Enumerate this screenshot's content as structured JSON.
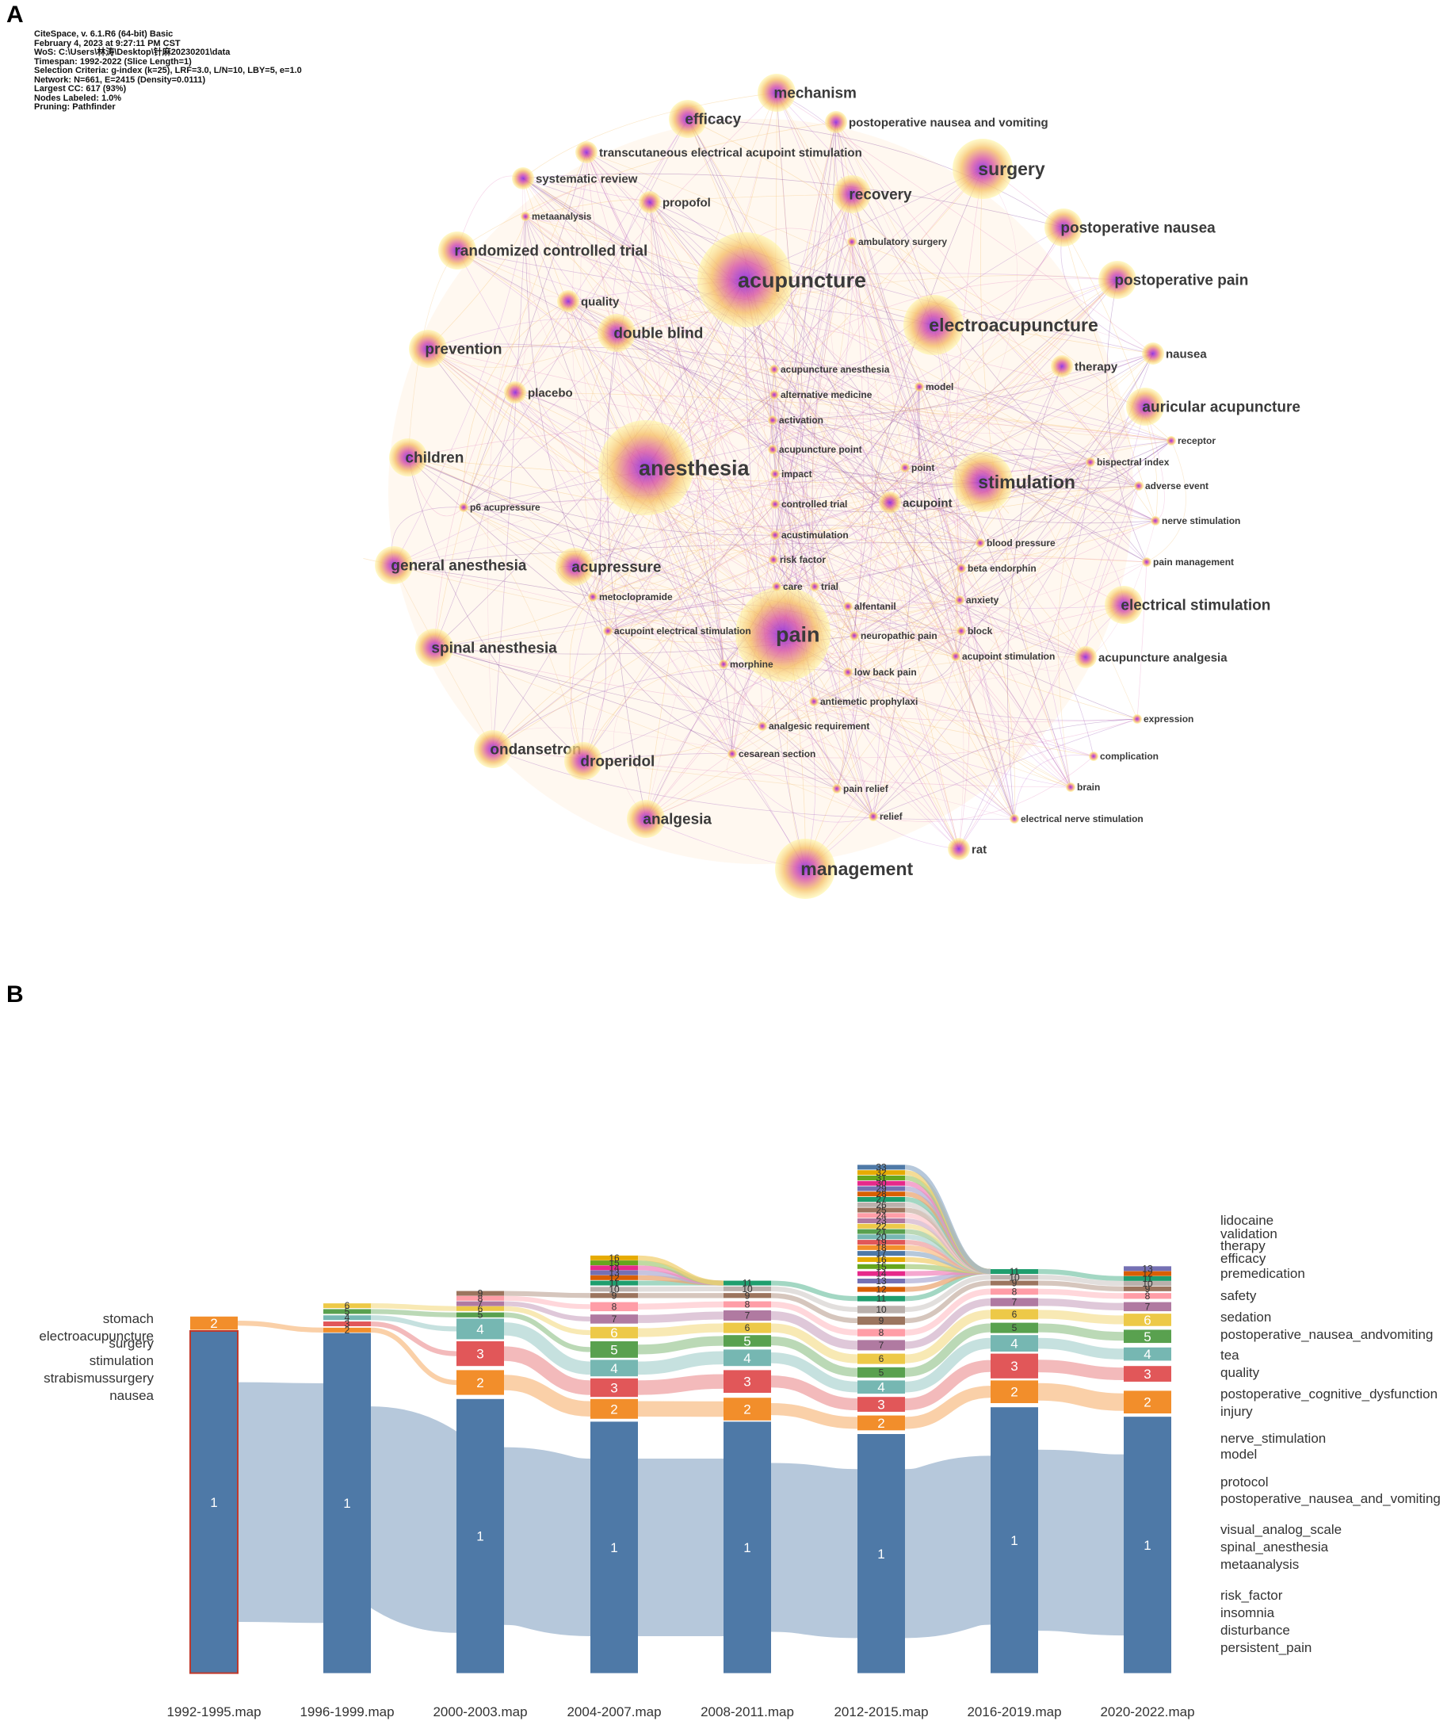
{
  "panel_a": {
    "letter": "A",
    "meta": [
      "CiteSpace, v. 6.1.R6 (64-bit) Basic",
      "February 4, 2023 at 9:27:11 PM CST",
      "WoS: C:\\Users\\林涛\\Desktop\\针麻20230201\\data",
      "Timespan: 1992-2022 (Slice Length=1)",
      "Selection Criteria: g-index (k=25), LRF=3.0, L/N=10, LBY=5, e=1.0",
      "Network: N=661, E=2415 (Density=0.0111)",
      "Largest CC: 617 (93%)",
      "Nodes Labeled: 1.0%",
      "Pruning: Pathfinder"
    ],
    "keywords": [
      {
        "label": "acupuncture",
        "size": "xl"
      },
      {
        "label": "anesthesia",
        "size": "xl"
      },
      {
        "label": "pain",
        "size": "xl"
      },
      {
        "label": "stimulation",
        "size": "l"
      },
      {
        "label": "surgery",
        "size": "l"
      },
      {
        "label": "electroacupuncture",
        "size": "l"
      },
      {
        "label": "mechanism",
        "size": "m"
      },
      {
        "label": "efficacy",
        "size": "m"
      },
      {
        "label": "postoperative nausea and vomiting",
        "size": "s"
      },
      {
        "label": "transcutaneous electrical acupoint stimulation",
        "size": "s"
      },
      {
        "label": "systematic review",
        "size": "s"
      },
      {
        "label": "recovery",
        "size": "m"
      },
      {
        "label": "propofol",
        "size": "s"
      },
      {
        "label": "metaanalysis",
        "size": "xs"
      },
      {
        "label": "ambulatory surgery",
        "size": "xs"
      },
      {
        "label": "postoperative nausea",
        "size": "m"
      },
      {
        "label": "randomized controlled trial",
        "size": "m"
      },
      {
        "label": "postoperative pain",
        "size": "m"
      },
      {
        "label": "quality",
        "size": "s"
      },
      {
        "label": "double blind",
        "size": "m"
      },
      {
        "label": "prevention",
        "size": "m"
      },
      {
        "label": "therapy",
        "size": "s"
      },
      {
        "label": "nausea",
        "size": "s"
      },
      {
        "label": "acupuncture anesthesia",
        "size": "xs"
      },
      {
        "label": "model",
        "size": "xs"
      },
      {
        "label": "placebo",
        "size": "s"
      },
      {
        "label": "alternative medicine",
        "size": "xs"
      },
      {
        "label": "auricular acupuncture",
        "size": "m"
      },
      {
        "label": "activation",
        "size": "xs"
      },
      {
        "label": "receptor",
        "size": "xs"
      },
      {
        "label": "children",
        "size": "m"
      },
      {
        "label": "acupuncture point",
        "size": "xs"
      },
      {
        "label": "bispectral index",
        "size": "xs"
      },
      {
        "label": "point",
        "size": "xs"
      },
      {
        "label": "impact",
        "size": "xs"
      },
      {
        "label": "adverse event",
        "size": "xs"
      },
      {
        "label": "p6 acupressure",
        "size": "xs"
      },
      {
        "label": "controlled trial",
        "size": "xs"
      },
      {
        "label": "acupoint",
        "size": "s"
      },
      {
        "label": "nerve stimulation",
        "size": "xs"
      },
      {
        "label": "acustimulation",
        "size": "xs"
      },
      {
        "label": "blood pressure",
        "size": "xs"
      },
      {
        "label": "general anesthesia",
        "size": "m"
      },
      {
        "label": "risk factor",
        "size": "xs"
      },
      {
        "label": "pain management",
        "size": "xs"
      },
      {
        "label": "acupressure",
        "size": "m"
      },
      {
        "label": "beta endorphin",
        "size": "xs"
      },
      {
        "label": "care",
        "size": "xs"
      },
      {
        "label": "trial",
        "size": "xs"
      },
      {
        "label": "metoclopramide",
        "size": "xs"
      },
      {
        "label": "anxiety",
        "size": "xs"
      },
      {
        "label": "electrical stimulation",
        "size": "m"
      },
      {
        "label": "alfentanil",
        "size": "xs"
      },
      {
        "label": "acupoint electrical stimulation",
        "size": "xs"
      },
      {
        "label": "neuropathic pain",
        "size": "xs"
      },
      {
        "label": "block",
        "size": "xs"
      },
      {
        "label": "spinal anesthesia",
        "size": "m"
      },
      {
        "label": "acupoint stimulation",
        "size": "xs"
      },
      {
        "label": "acupuncture analgesia",
        "size": "s"
      },
      {
        "label": "morphine",
        "size": "xs"
      },
      {
        "label": "low back pain",
        "size": "xs"
      },
      {
        "label": "antiemetic prophylaxi",
        "size": "xs"
      },
      {
        "label": "analgesic requirement",
        "size": "xs"
      },
      {
        "label": "expression",
        "size": "xs"
      },
      {
        "label": "ondansetron",
        "size": "m"
      },
      {
        "label": "droperidol",
        "size": "m"
      },
      {
        "label": "cesarean section",
        "size": "xs"
      },
      {
        "label": "complication",
        "size": "xs"
      },
      {
        "label": "pain relief",
        "size": "xs"
      },
      {
        "label": "brain",
        "size": "xs"
      },
      {
        "label": "analgesia",
        "size": "m"
      },
      {
        "label": "relief",
        "size": "xs"
      },
      {
        "label": "electrical nerve stimulation",
        "size": "xs"
      },
      {
        "label": "rat",
        "size": "s"
      },
      {
        "label": "management",
        "size": "l"
      }
    ]
  },
  "panel_b": {
    "letter": "B",
    "periods": [
      "1992-1995.map",
      "1996-1999.map",
      "2000-2003.map",
      "2004-2007.map",
      "2008-2011.map",
      "2012-2015.map",
      "2016-2019.map",
      "2020-2022.map"
    ],
    "module_counts": [
      2,
      6,
      9,
      16,
      11,
      33,
      11,
      13
    ],
    "left_labels": {
      "module2": [
        "stomach",
        "electroacupuncture"
      ],
      "module1": [
        "surgery",
        "stimulation",
        "strabismussurgery",
        "nausea"
      ]
    },
    "right_labels": [
      "lidocaine",
      "validation",
      "therapy",
      "efficacy",
      "premedication",
      "safety",
      "sedation",
      "postoperative_nausea_andvomiting",
      "tea",
      "quality",
      "postoperative_cognitive_dysfunction",
      "injury",
      "nerve_stimulation",
      "model",
      "protocol",
      "postoperative_nausea_and_vomiting",
      "visual_analog_scale",
      "spinal_anesthesia",
      "metaanalysis",
      "risk_factor",
      "insomnia",
      "disturbance",
      "persistent_pain"
    ],
    "module_colors": {
      "1": "#4e79a7",
      "2": "#f28e2b",
      "3": "#e15759",
      "4": "#76b7b2",
      "5": "#59a14f",
      "6": "#edc948",
      "7": "#b07aa1",
      "8": "#ff9da7",
      "9": "#9c755f",
      "10": "#bab0ac",
      "11": "#1f9e6e",
      "12": "#d95f02",
      "13": "#7570b3",
      "14": "#e7298a",
      "15": "#66a61e",
      "16": "#e6ab02"
    }
  }
}
